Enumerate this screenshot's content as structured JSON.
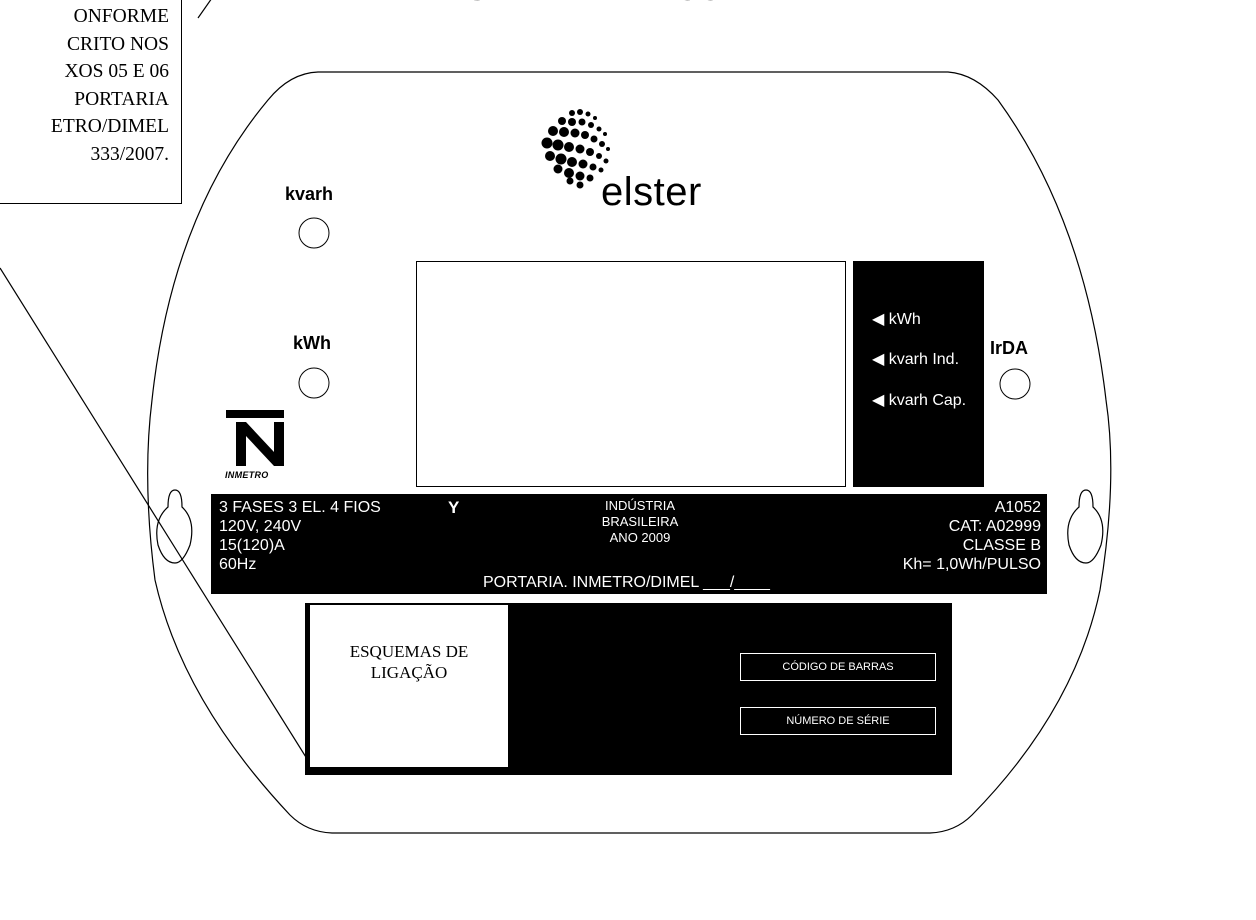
{
  "title": "3 ELEMENTOS",
  "note": {
    "lines": [
      "ONFORME",
      "CRITO NOS",
      "XOS 05 E 06",
      "PORTARIA",
      "ETRO/DIMEL",
      "333/2007."
    ]
  },
  "brand": {
    "name": "elster"
  },
  "leds": {
    "kvarh": "kvarh",
    "kwh": "kWh",
    "irda": "IrDA"
  },
  "indicators": {
    "kwh": "◀ kWh",
    "kvarh_ind": "◀ kvarh Ind.",
    "kvarh_cap": "◀ kvarh Cap."
  },
  "inmetro_logo_text": "INMETRO",
  "plate": {
    "left": [
      "3 FASES  3 EL.  4 FIOS",
      "120V, 240V",
      "15(120)A",
      "60Hz"
    ],
    "wye_symbol": "Y",
    "center": [
      "INDÚSTRIA",
      "BRASILEIRA",
      "ANO 2009"
    ],
    "portaria": "PORTARIA. INMETRO/DIMEL ___/____",
    "right": [
      "A1052",
      "CAT: A02999",
      "CLASSE B",
      "Kh= 1,0Wh/PULSO"
    ]
  },
  "lower": {
    "schema": [
      "ESQUEMAS DE",
      "LIGAÇÃO"
    ],
    "barcode": "CÓDIGO DE BARRAS",
    "serial": "NÚMERO DE SÉRIE"
  },
  "colors": {
    "ink": "#000000",
    "paper": "#ffffff"
  }
}
